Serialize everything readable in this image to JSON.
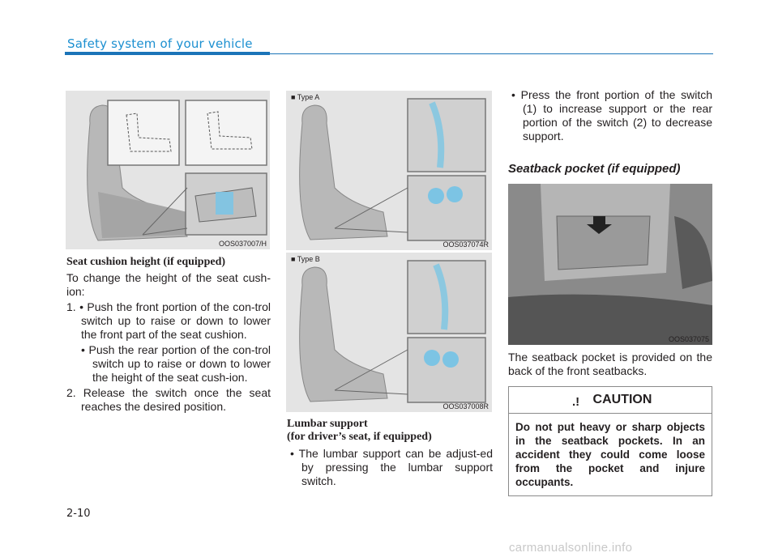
{
  "header": {
    "title": "Safety system of your vehicle",
    "accent_color": "#1b8fd0"
  },
  "figures": {
    "fig1": {
      "code": "OOS037007/H"
    },
    "fig2": {
      "type_label": "■ Type A",
      "code": "OOS037074R"
    },
    "fig3": {
      "type_label": "■ Type B",
      "code": "OOS037008R"
    },
    "fig4": {
      "code": "OOS037075"
    }
  },
  "seat_cushion": {
    "heading": "Seat cushion height (if equipped)",
    "intro": "To change the height of the seat cush-ion:",
    "step1a": "1. • Push the front portion of the con-trol switch up to raise or down to lower the front part of the seat cushion.",
    "step1b": "• Push the rear portion of the con-trol switch up to raise or down to lower the height of the seat cush-ion.",
    "step2": "2. Release the switch once the seat reaches the desired position."
  },
  "lumbar": {
    "heading_line1": "Lumbar support",
    "heading_line2": "(for driver’s seat, if equipped)",
    "bullet1": "• The lumbar support can be adjust-ed by pressing the lumbar support switch.",
    "bullet2": "• Press the front portion of the switch (1) to increase support or the rear portion of the switch (2) to decrease support."
  },
  "pocket": {
    "heading": "Seatback pocket (if equipped)",
    "text": "The seatback pocket is provided on the back of the front seatbacks."
  },
  "caution": {
    "title": "CAUTION",
    "body": "Do not put heavy or sharp objects in the seatback pockets. In an accident they could come loose from the pocket and injure occupants."
  },
  "footer": {
    "page": "2-10",
    "watermark": "carmanualsonline.info"
  }
}
